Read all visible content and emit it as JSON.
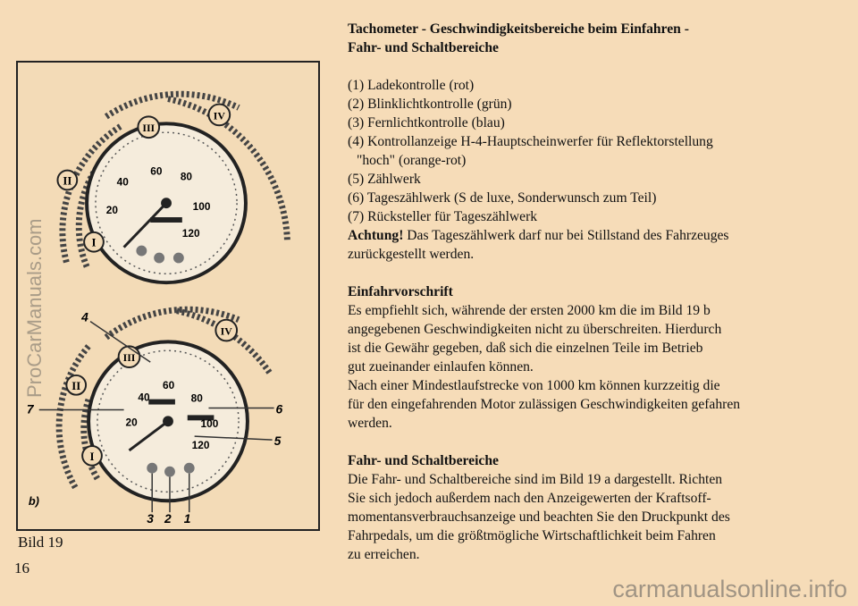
{
  "figure": {
    "top": {
      "ranges": [
        "I",
        "II",
        "III",
        "IV"
      ],
      "ticks": [
        "20",
        "40",
        "60",
        "80",
        "100",
        "120"
      ]
    },
    "bottom": {
      "ranges": [
        "I",
        "II",
        "III",
        "IV"
      ],
      "ticks": [
        "20",
        "40",
        "60",
        "80",
        "100",
        "120"
      ],
      "callouts_left": [
        "4",
        "7"
      ],
      "callouts_right": [
        "6",
        "5"
      ],
      "callouts_bottom": [
        "3",
        "2",
        "1"
      ],
      "panel_label": "b)"
    },
    "caption": "Bild 19"
  },
  "page_number": "16",
  "text": {
    "heading_line1": "Tachometer - Geschwindigkeitsbereiche beim Einfahren -",
    "heading_line2": "Fahr- und Schaltbereiche",
    "items": [
      "(1) Ladekontrolle (rot)",
      "(2) Blinklichtkontrolle (grün)",
      "(3) Fernlichtkontrolle (blau)",
      "(4) Kontrollanzeige H-4-Hauptscheinwerfer für Reflektorstellung",
      "\"hoch\" (orange-rot)",
      "(5) Zählwerk",
      "(6) Tageszählwerk (S de luxe, Sonderwunsch zum Teil)",
      "(7) Rücksteller für Tageszählwerk"
    ],
    "warning_label": "Achtung!",
    "warning_text": "Das Tageszählwerk darf nur bei Stillstand des Fahrzeuges",
    "warning_text2": "zurückgestellt werden.",
    "section2_title": "Einfahrvorschrift",
    "section2_lines": [
      "Es empfiehlt sich, währende der ersten 2000 km die im Bild 19 b",
      "angegebenen Geschwindigkeiten nicht zu überschreiten. Hierdurch",
      "ist die Gewähr gegeben, daß sich die einzelnen Teile im Betrieb",
      "gut zueinander einlaufen können.",
      "Nach einer Mindestlaufstrecke von 1000 km können kurzzeitig die",
      "für den eingefahrenden Motor zulässigen Geschwindigkeiten gefahren",
      "werden."
    ],
    "section3_title": "Fahr- und Schaltbereiche",
    "section3_lines": [
      "Die Fahr- und Schaltbereiche sind im Bild 19 a dargestellt. Richten",
      "Sie sich jedoch außerdem nach den Anzeigewerten der Kraftsoff-",
      "momentansverbrauchsanzeige und beachten Sie den Druckpunkt des",
      "Fahrpedals, um die größtmögliche Wirtschaftlichkeit beim Fahren",
      "zu erreichen."
    ]
  },
  "watermarks": {
    "side": "ProCarManuals.com",
    "bottom": "carmanualsonline.info"
  }
}
